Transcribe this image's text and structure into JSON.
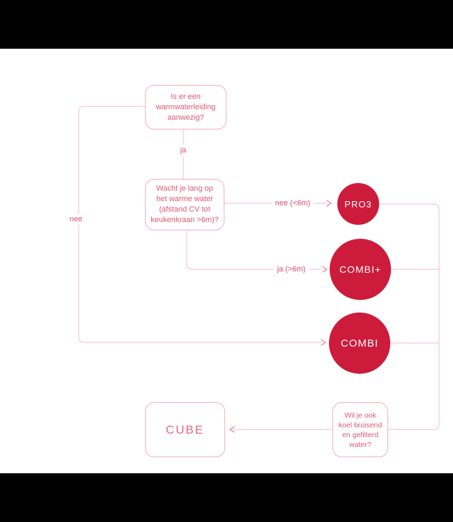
{
  "diagram": {
    "type": "flowchart",
    "language": "nl",
    "nodes": {
      "question1": {
        "text": "Is er een\nwarmwaterleiding\naanwezig?"
      },
      "question2": {
        "text": "Wacht je lang op\nhet warme water\n(afstand CV tot\nkeukenkraan >6m)?"
      },
      "question3": {
        "text": "Wil je ook\nkoel bruisend\nen gefilterd\nwater?"
      },
      "cube": {
        "text": "CUBE"
      }
    },
    "products": {
      "pro3": {
        "label": "PRO3"
      },
      "combi_plus": {
        "label": "COMBI+"
      },
      "combi": {
        "label": "COMBI"
      }
    },
    "edge_labels": {
      "ja": "ja",
      "nee": "nee",
      "nee_lt_6m": "nee (<6m)",
      "ja_gt_6m": "ja (>6m)"
    },
    "colors": {
      "product_circle": "#cd1b3b",
      "box_border": "#f2afc0",
      "box_text": "#e25773",
      "edge_label_text": "#db4c66",
      "connector_line": "#f3bccb",
      "arrowhead": "#e27a93",
      "letterbox": "#000000",
      "background": "#ffffff"
    }
  }
}
